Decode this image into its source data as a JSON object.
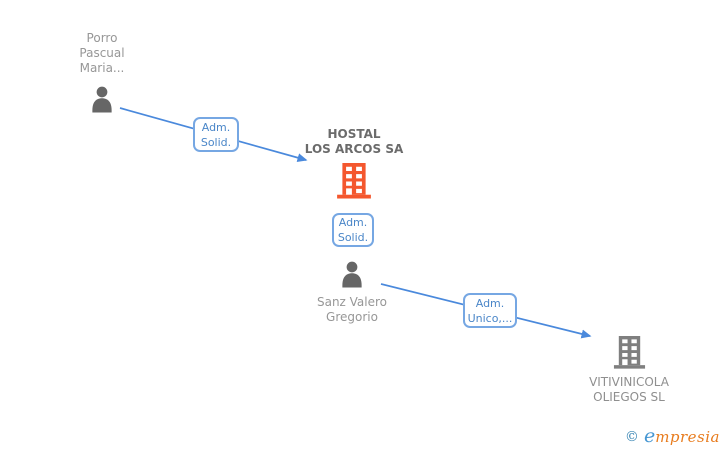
{
  "diagram": {
    "nodes": {
      "person1": {
        "label": "Porro\nPascual\nMaria...",
        "type": "person"
      },
      "company1": {
        "label": "HOSTAL\nLOS ARCOS SA",
        "type": "company",
        "icon_color": "#f4572e"
      },
      "person2": {
        "label": "Sanz Valero\nGregorio",
        "type": "person"
      },
      "company2": {
        "label": "VITIVINICOLA\nOLIEGOS SL",
        "type": "company",
        "icon_color": "#7f7f7f"
      }
    },
    "edges": {
      "edge1": {
        "label": "Adm.\nSolid.",
        "from": "person1",
        "to": "company1"
      },
      "edge2": {
        "label": "Adm.\nSolid.",
        "from": "company1",
        "to": "person2"
      },
      "edge3": {
        "label": "Adm.\nUnico,...",
        "from": "person2",
        "to": "company2"
      }
    },
    "colors": {
      "edge_blue": "#4a89dc",
      "label_border_blue": "#76a7e3",
      "label_text_blue": "#4a86c8",
      "person_gray": "#666666",
      "company_orange": "#f4572e",
      "company_gray": "#7f7f7f",
      "name_text_gray": "#979797",
      "company_name_dark": "#6b6b6b",
      "background": "#ffffff"
    }
  },
  "watermark": {
    "copyright": "©",
    "brand_initial": "e",
    "brand_rest": "mpresia"
  }
}
